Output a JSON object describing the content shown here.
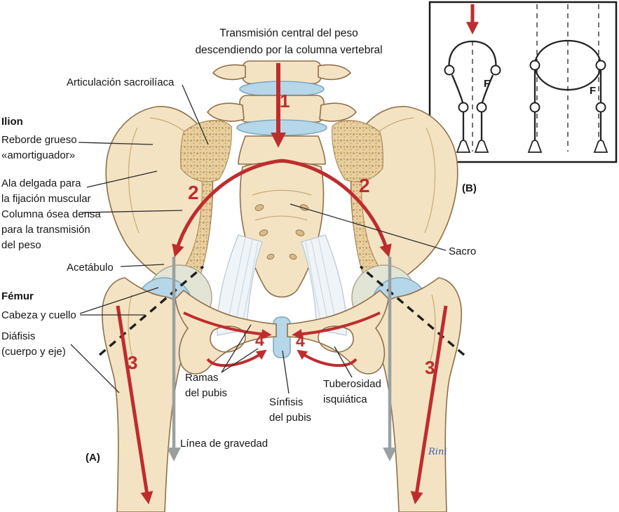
{
  "figure": {
    "title": "Transmisión central del peso\ndescendiendo por la columna vertebral",
    "panel_a_label": "(A)",
    "panel_b_label": "(B)",
    "signature": "Rini",
    "force_label": "F",
    "numbers": {
      "one": "1",
      "two": "2",
      "three": "3",
      "four": "4"
    },
    "labels": {
      "sacroiliac_joint": "Articulación sacroilíaca",
      "ilium_heading": "Ilion",
      "thick_rim": "Reborde grueso\n«amortiguador»",
      "thin_wing": "Ala delgada para\nla fijación muscular",
      "dense_column": "Columna ósea densa\npara la transmisión\ndel peso",
      "acetabulum": "Acetábulo",
      "femur_heading": "Fémur",
      "head_neck": "Cabeza y cuello",
      "diaphysis": "Diáfisis\n(cuerpo y eje)",
      "pubic_rami": "Ramas\ndel pubis",
      "pubic_symphysis": "Sínfisis\ndel pubis",
      "ischial_tuberosity": "Tuberosidad\nisquiática",
      "sacrum": "Sacro",
      "gravity_line": "Línea de gravedad"
    },
    "colors": {
      "arrow_red": "#bf2c2e",
      "gravity_gray": "#9aa0a0",
      "bone_fill": "#f3e3c3",
      "bone_outline": "#8f6f49",
      "cartilage_blue": "#b5d7e9",
      "signature_blue": "#3a5fa8",
      "text_dark": "#161616"
    }
  }
}
